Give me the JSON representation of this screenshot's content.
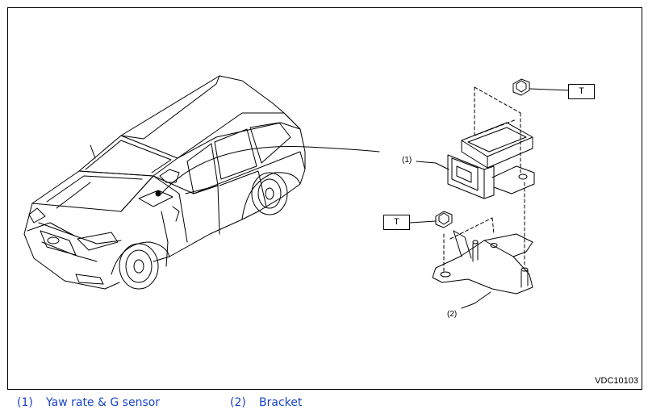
{
  "diagram": {
    "reference_code": "VDC10103",
    "torque_marks": [
      {
        "label": "T"
      },
      {
        "label": "T"
      }
    ],
    "callouts": [
      {
        "label": "(1)"
      },
      {
        "label": "(2)"
      }
    ]
  },
  "legend": [
    {
      "number": "(1)",
      "text": "Yaw rate & G sensor"
    },
    {
      "number": "(2)",
      "text": "Bracket"
    }
  ]
}
